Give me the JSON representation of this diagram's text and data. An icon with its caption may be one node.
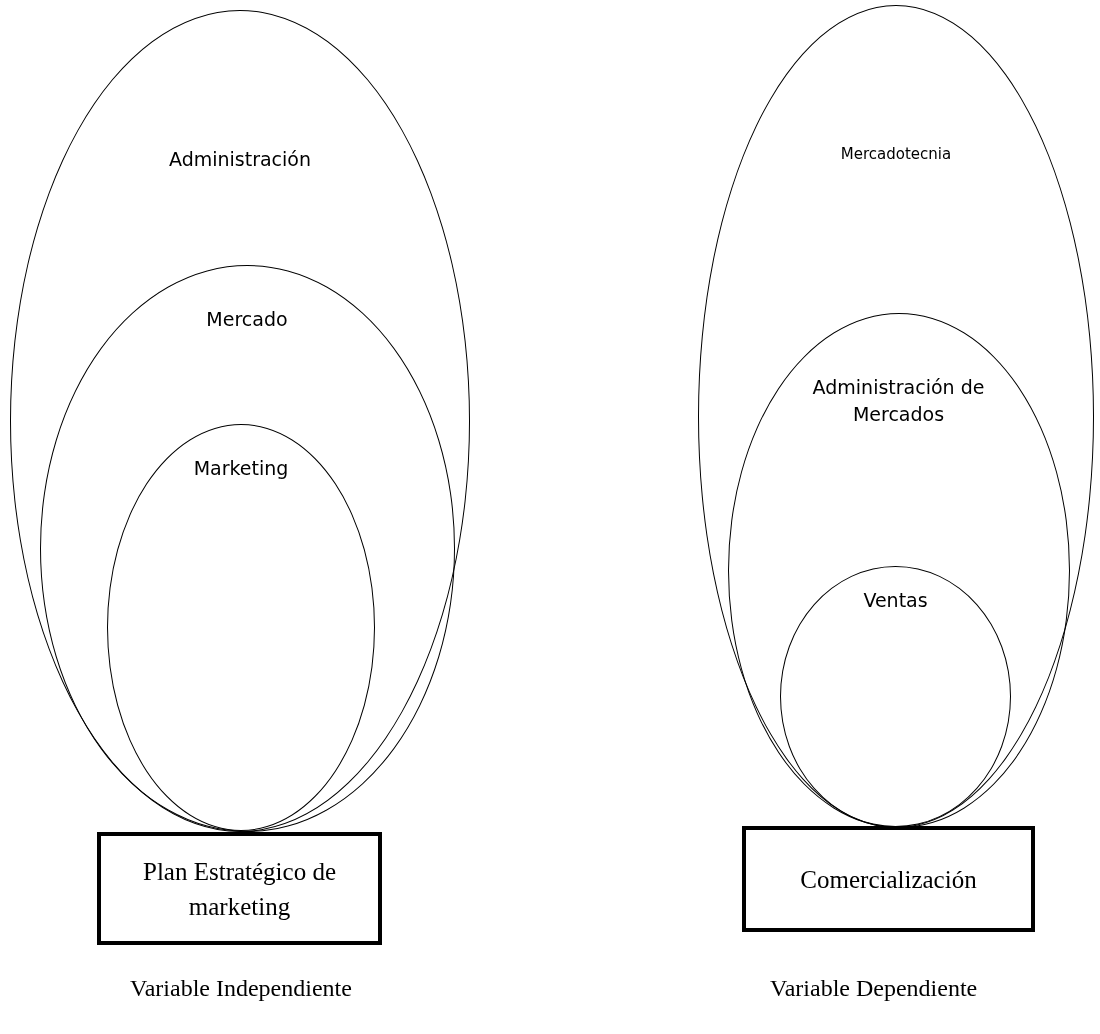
{
  "diagram": {
    "nodes": [
      {
        "text": [
          "Administración"
        ]
      },
      {
        "text": [
          "Mercado"
        ],
        "in": 0
      },
      {
        "text": [
          "Marketing"
        ],
        "in": 1
      },
      {
        "text": [
          "Plan Estratégico de marketing"
        ]
      },
      {
        "text": [
          "Mercadotecnia"
        ]
      },
      {
        "text": [
          "Administración de Mercados"
        ],
        "in": 4
      },
      {
        "text": [
          "Ventas"
        ],
        "in": 5
      },
      {
        "text": [
          "Comercialización"
        ]
      }
    ],
    "labels": [
      "Variable Independiente",
      "Variable Dependiente"
    ]
  }
}
